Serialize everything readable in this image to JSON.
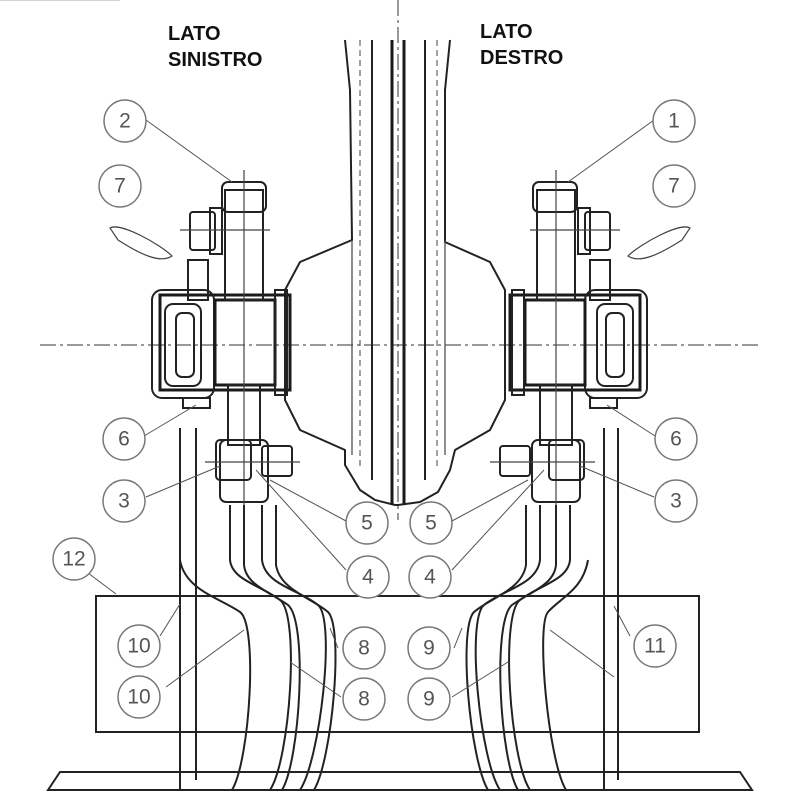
{
  "labels": {
    "left_side": [
      "LATO",
      "SINISTRO"
    ],
    "right_side": [
      "LATO",
      "DESTRO"
    ]
  },
  "callouts": {
    "c1": "1",
    "c2": "2",
    "c3_left": "3",
    "c3_right": "3",
    "c4_left": "4",
    "c4_right": "4",
    "c5_left": "5",
    "c5_right": "5",
    "c6_left": "6",
    "c6_right": "6",
    "c7_left": "7",
    "c7_right": "7",
    "c8_upper": "8",
    "c8_lower": "8",
    "c9_upper": "9",
    "c9_lower": "9",
    "c10_upper": "10",
    "c10_lower": "10",
    "c11": "11",
    "c12": "12"
  }
}
